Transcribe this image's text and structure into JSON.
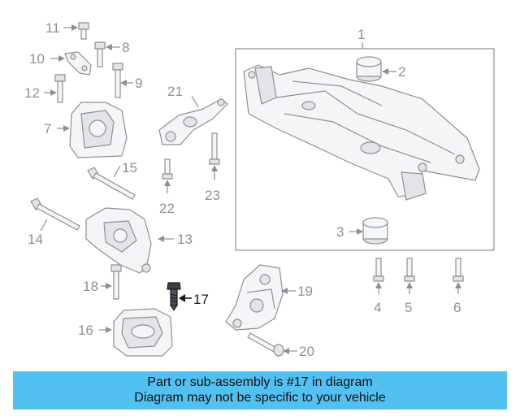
{
  "diagram": {
    "highlighted_part": "17",
    "callouts": [
      {
        "id": "p1",
        "label": "1"
      },
      {
        "id": "p2",
        "label": "2"
      },
      {
        "id": "p3",
        "label": "3"
      },
      {
        "id": "p4",
        "label": "4"
      },
      {
        "id": "p5",
        "label": "5"
      },
      {
        "id": "p6",
        "label": "6"
      },
      {
        "id": "p7",
        "label": "7"
      },
      {
        "id": "p8",
        "label": "8"
      },
      {
        "id": "p9",
        "label": "9"
      },
      {
        "id": "p10",
        "label": "10"
      },
      {
        "id": "p11",
        "label": "11"
      },
      {
        "id": "p12",
        "label": "12"
      },
      {
        "id": "p13",
        "label": "13"
      },
      {
        "id": "p14",
        "label": "14"
      },
      {
        "id": "p15",
        "label": "15"
      },
      {
        "id": "p16",
        "label": "16"
      },
      {
        "id": "p17",
        "label": "17"
      },
      {
        "id": "p18",
        "label": "18"
      },
      {
        "id": "p19",
        "label": "19"
      },
      {
        "id": "p20",
        "label": "20"
      },
      {
        "id": "p21",
        "label": "21"
      },
      {
        "id": "p22",
        "label": "22"
      },
      {
        "id": "p23",
        "label": "23"
      }
    ]
  },
  "banner": {
    "line1": "Part or sub-assembly is #17 in diagram",
    "line2": "Diagram may not be specific to your vehicle",
    "background": "#52c1f2"
  },
  "colors": {
    "line": "#8c9096",
    "highlight": "#1a1a1a"
  }
}
